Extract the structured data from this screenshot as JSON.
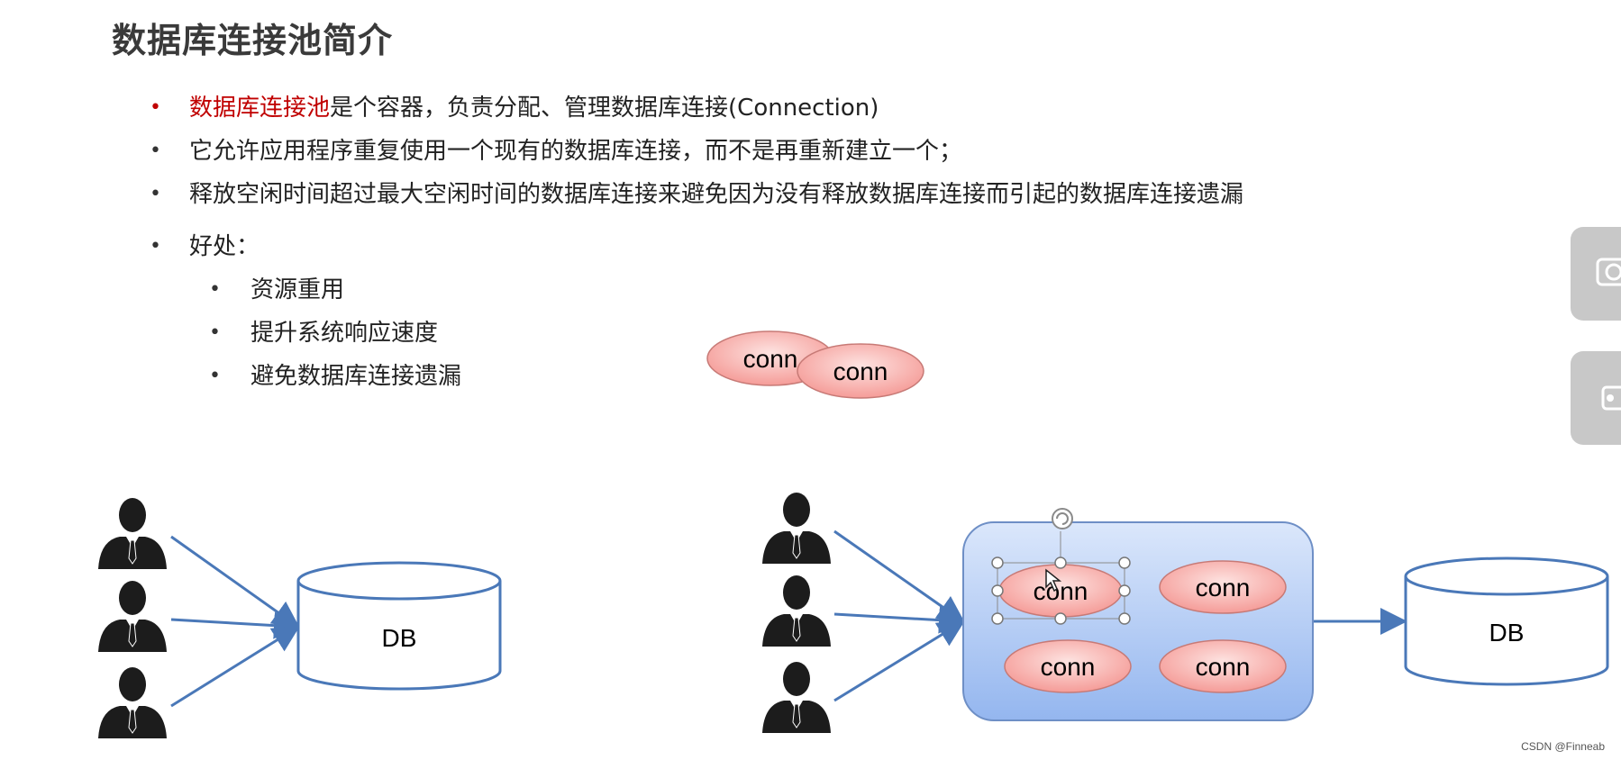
{
  "title": "数据库连接池简介",
  "bullets": [
    {
      "highlight": "数据库连接池",
      "text": "是个容器，负责分配、管理数据库连接(Connection)"
    },
    {
      "text": "它允许应用程序重复使用一个现有的数据库连接，而不是再重新建立一个；"
    },
    {
      "text": "释放空闲时间超过最大空闲时间的数据库连接来避免因为没有释放数据库连接而引起的数据库连接遗漏"
    },
    {
      "text": "好处："
    }
  ],
  "sub_bullets": [
    "资源重用",
    "提升系统响应速度",
    "避免数据库连接遗漏"
  ],
  "diagram": {
    "conn_label": "conn",
    "db_label": "DB"
  },
  "colors": {
    "highlight": "#c00000",
    "arrow": "#4a78b8",
    "conn_fill": "#f7a9a6",
    "pool_fill": "#a9c6f5"
  },
  "icons": [
    "person-icon",
    "camera-icon",
    "rotate-handle-icon",
    "move-cursor-icon"
  ],
  "watermark": "CSDN @Finneab"
}
